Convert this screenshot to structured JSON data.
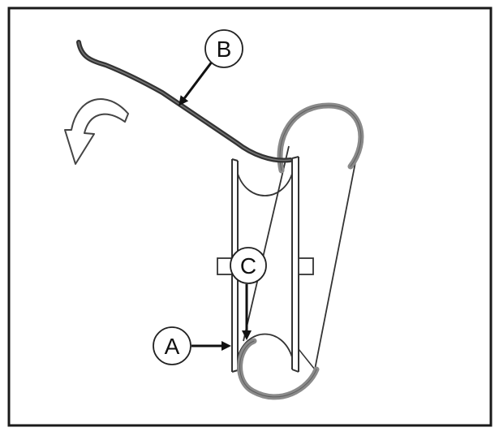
{
  "diagram": {
    "callouts": {
      "a": "A",
      "b": "B",
      "c": "C"
    }
  },
  "colors": {
    "frame": "#1a1a1a",
    "outline": "#333333",
    "spring": "#8a8a8a",
    "tool": "#333333",
    "arrow_fill": "#ffffff"
  }
}
